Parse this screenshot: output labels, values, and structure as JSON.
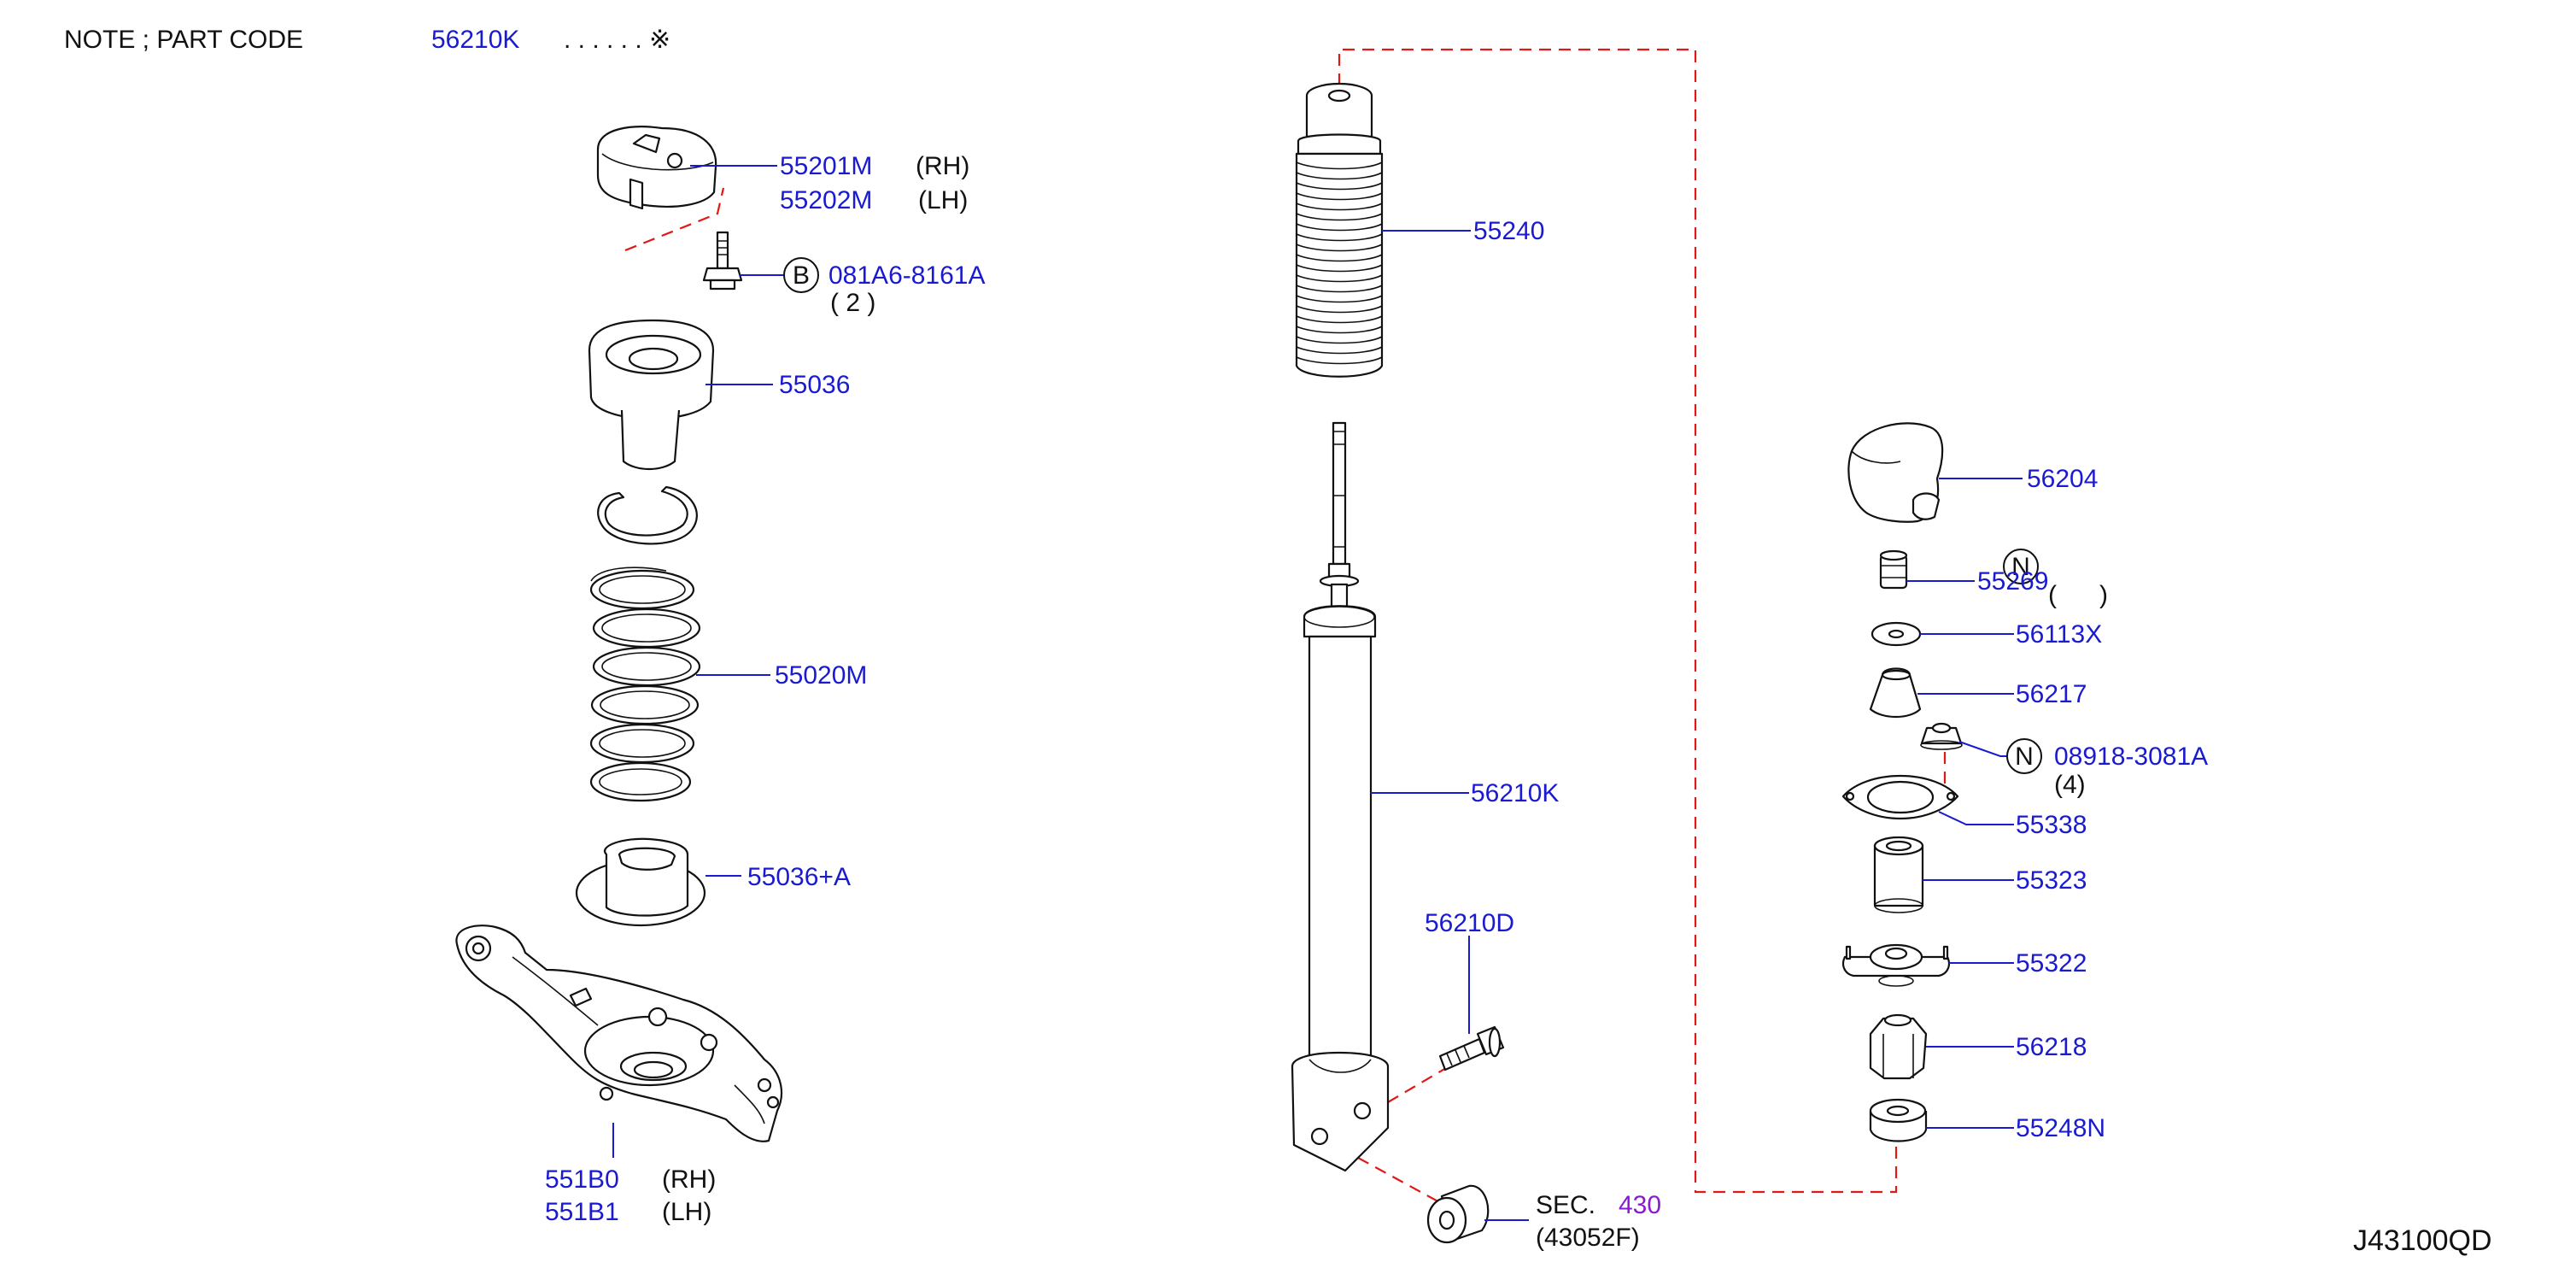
{
  "note": {
    "prefix": "NOTE ; PART CODE",
    "code": "56210K",
    "suffix": ". . . . . . ※"
  },
  "labels": {
    "p55201M": "55201M",
    "p55201M_side": "(RH)",
    "p55202M": "55202M",
    "p55202M_side": "(LH)",
    "bolt_circle": "B",
    "bolt_code": "081A6-8161A",
    "bolt_qty": "( 2 )",
    "p55036": "55036",
    "p55020M": "55020M",
    "p55036A": "55036+A",
    "p551B0": "551B0",
    "p551B0_side": "(RH)",
    "p551B1": "551B1",
    "p551B1_side": "(LH)",
    "p55240": "55240",
    "p56210K": "56210K",
    "p56210D": "56210D",
    "sec_prefix": "SEC.",
    "sec_num": "430",
    "sec_sub": "(43052F)",
    "p56204": "56204",
    "p55269": "55269",
    "nut_circle_top": "N",
    "nut_paren": "(      )",
    "p56113X": "56113X",
    "p56217": "56217",
    "nut_circle_bottom": "N",
    "nut_code": "08918-3081A",
    "nut_qty": "(4)",
    "p55338": "55338",
    "p55323": "55323",
    "p55322": "55322",
    "p56218": "56218",
    "p55248N": "55248N",
    "diagram_id": "J43100QD"
  },
  "colors": {
    "part_number": "#1a1ad0",
    "section_ref": "#8a1ad0",
    "dashed_line": "#e01818",
    "drawing": "#111111"
  }
}
